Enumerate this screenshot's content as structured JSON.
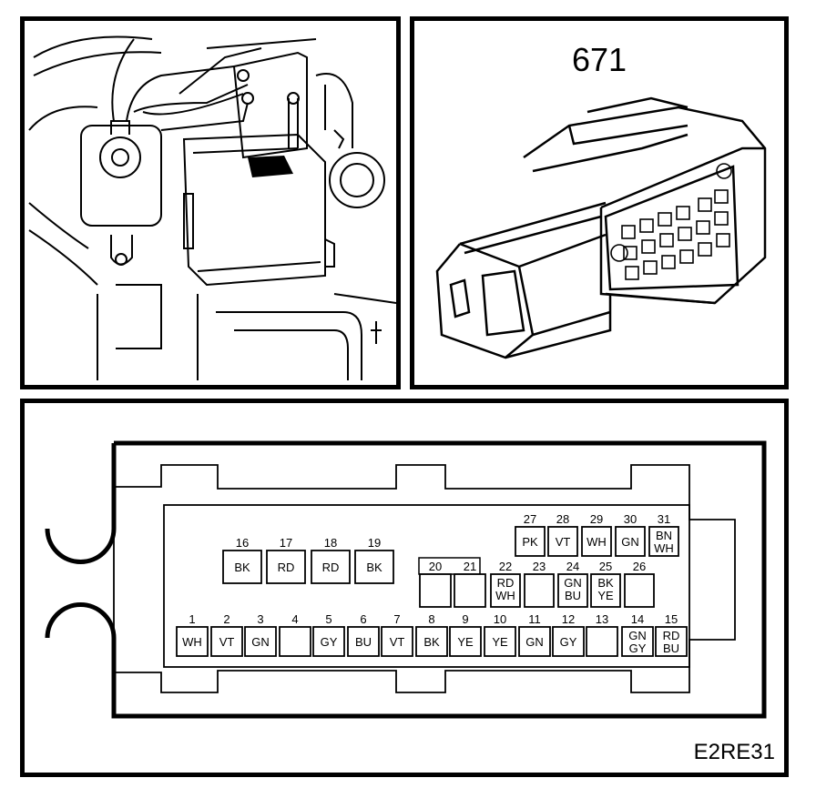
{
  "connector": {
    "id": "671"
  },
  "figure_code": "E2RE31",
  "pins": [
    {
      "n": "1",
      "c": [
        "WH"
      ]
    },
    {
      "n": "2",
      "c": [
        "VT"
      ]
    },
    {
      "n": "3",
      "c": [
        "GN"
      ]
    },
    {
      "n": "4",
      "c": []
    },
    {
      "n": "5",
      "c": [
        "GY"
      ]
    },
    {
      "n": "6",
      "c": [
        "BU"
      ]
    },
    {
      "n": "7",
      "c": [
        "VT"
      ]
    },
    {
      "n": "8",
      "c": [
        "BK"
      ]
    },
    {
      "n": "9",
      "c": [
        "YE"
      ]
    },
    {
      "n": "10",
      "c": [
        "YE"
      ]
    },
    {
      "n": "11",
      "c": [
        "GN"
      ]
    },
    {
      "n": "12",
      "c": [
        "GY"
      ]
    },
    {
      "n": "13",
      "c": []
    },
    {
      "n": "14",
      "c": [
        "GN",
        "GY"
      ]
    },
    {
      "n": "15",
      "c": [
        "RD",
        "BU"
      ]
    },
    {
      "n": "16",
      "c": [
        "BK"
      ]
    },
    {
      "n": "17",
      "c": [
        "RD"
      ]
    },
    {
      "n": "18",
      "c": [
        "RD"
      ]
    },
    {
      "n": "19",
      "c": [
        "BK"
      ]
    },
    {
      "n": "20",
      "c": []
    },
    {
      "n": "21",
      "c": []
    },
    {
      "n": "22",
      "c": [
        "RD",
        "WH"
      ]
    },
    {
      "n": "23",
      "c": []
    },
    {
      "n": "24",
      "c": [
        "GN",
        "BU"
      ]
    },
    {
      "n": "25",
      "c": [
        "BK",
        "YE"
      ]
    },
    {
      "n": "26",
      "c": []
    },
    {
      "n": "27",
      "c": [
        "PK"
      ]
    },
    {
      "n": "28",
      "c": [
        "VT"
      ]
    },
    {
      "n": "29",
      "c": [
        "WH"
      ]
    },
    {
      "n": "30",
      "c": [
        "GN"
      ]
    },
    {
      "n": "31",
      "c": [
        "BN",
        "WH"
      ]
    }
  ]
}
